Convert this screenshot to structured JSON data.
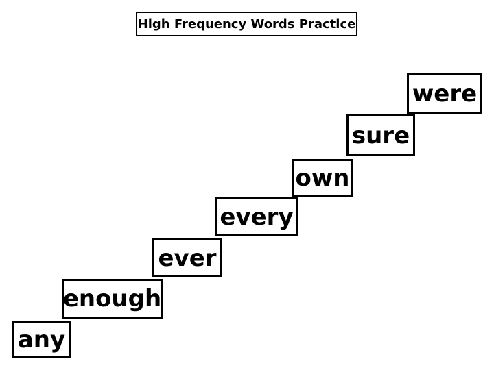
{
  "colors": {
    "ink": "#000000",
    "background": "#ffffff"
  },
  "title": {
    "label": "High Frequency Words Practice"
  },
  "words": [
    {
      "label": "any"
    },
    {
      "label": "enough"
    },
    {
      "label": "ever"
    },
    {
      "label": "every"
    },
    {
      "label": "own"
    },
    {
      "label": "sure"
    },
    {
      "label": "were"
    }
  ]
}
